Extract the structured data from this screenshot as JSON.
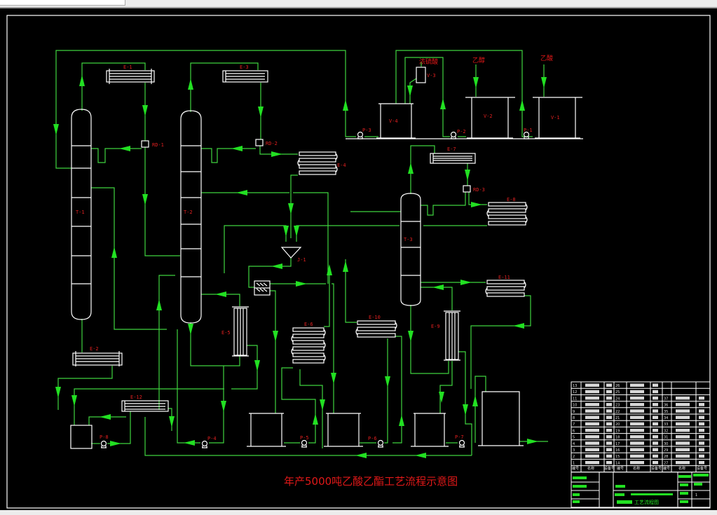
{
  "drawing": {
    "title": "年产5000吨乙酸乙酯工艺流程示意图",
    "feeds": {
      "sulfuric_acid": "浓硫酸",
      "ethanol": "乙醇",
      "acetic_acid": "乙酸"
    },
    "columns": {
      "t1": "T-1",
      "t2": "T-2",
      "t3": "T-3"
    },
    "exchangers": {
      "e1": "E-1",
      "e2": "E-2",
      "e3": "E-3",
      "e4": "E-4",
      "e5": "E-5",
      "e6": "E-6",
      "e7": "E-7",
      "e8": "E-8",
      "e9": "E-9",
      "e10": "E-10",
      "e11": "E-11",
      "e12": "E-12"
    },
    "decanters": {
      "rd1": "RD-1",
      "rd2": "RD-2",
      "rd3": "RD-3"
    },
    "mixer": "J-1",
    "vessels": {
      "v1": "V-1",
      "v2": "V-2",
      "v3": "V-3",
      "v4": "V-4"
    },
    "pumps": {
      "p1": "P-1",
      "p2": "P-2",
      "p3": "P-3",
      "p4": "P-4",
      "p5": "P-5",
      "p6": "P-6",
      "p7": "P-7",
      "p8": "P-8"
    },
    "line_color": "#3fd43f",
    "equipment_color": "#ffffff",
    "label_color": "#d01818"
  },
  "title_block": {
    "row_numbers": {
      "col1": [
        "13",
        "12",
        "11",
        "10",
        "9",
        "8",
        "7",
        "6",
        "5",
        "4",
        "3",
        "2",
        "1"
      ],
      "col2": [
        "26",
        "25",
        "24",
        "23",
        "22",
        "21",
        "20",
        "19",
        "18",
        "17",
        "16",
        "15",
        "14"
      ],
      "col3": [
        "",
        "",
        "37",
        "36",
        "35",
        "34",
        "33",
        "32",
        "31",
        "30",
        "29",
        "28",
        "27"
      ]
    },
    "header": {
      "no": "编号",
      "name": "名称",
      "tag": "设备号"
    },
    "drawing_name": "工艺流程图",
    "sheet": "1"
  }
}
